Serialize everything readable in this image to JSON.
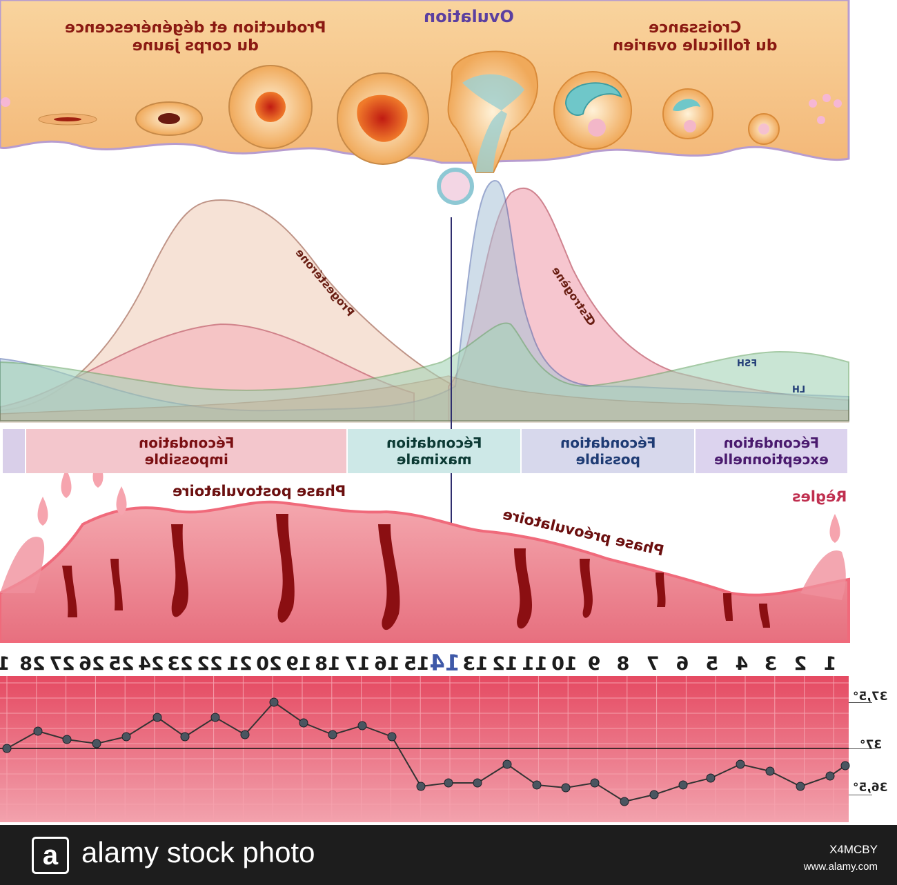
{
  "ovary": {
    "left_label": "Production et dégénérescence\ndu corps jaune",
    "center_label": "Ovulation",
    "right_label": "Croissance\ndu follicule ovarien"
  },
  "hormones": {
    "progesterone": "Progestérone",
    "estrogen": "Œstrogène",
    "fsh": "FSH",
    "lh": "LH"
  },
  "fecondation": [
    {
      "key": "exceptionnelle",
      "text": "Fécondation\nexceptionnelle",
      "color": "#dcd3ee",
      "textcolor": "#4a1a6e"
    },
    {
      "key": "possible",
      "text": "Fécondation\npossible",
      "color": "#d7d8ec",
      "textcolor": "#1e3b74"
    },
    {
      "key": "maximale",
      "text": "Fécondation\nmaximale",
      "color": "#cde8e7",
      "textcolor": "#0c3a34"
    },
    {
      "key": "impossible",
      "text": "Fécondation\nimpossible",
      "color": "#f3c6cc",
      "textcolor": "#7a0f12"
    }
  ],
  "phases": {
    "pre": "Phase préovulatoire",
    "post": "Phase postovulatoire",
    "regles": "Règles"
  },
  "days": [
    "1",
    "2",
    "3",
    "4",
    "5",
    "6",
    "7",
    "8",
    "9",
    "10",
    "11",
    "12",
    "13",
    "14",
    "15",
    "16",
    "17",
    "18",
    "19",
    "20",
    "21",
    "22",
    "23",
    "24",
    "25",
    "26",
    "27",
    "28",
    "1"
  ],
  "ovulation_day": "14",
  "temperature": {
    "ticks": [
      "37,5°",
      "37°",
      "36,5°"
    ]
  },
  "footer": {
    "brand": "alamy stock photo",
    "id": "X4MCBY",
    "url": "www.alamy.com"
  },
  "colors": {
    "ovary_bg": "#f7cc8e",
    "endometrium": "#e98a95",
    "grid_bg": "#e95f74",
    "grid_line": "#f6a1ad",
    "footer": "#1d1d1d"
  }
}
